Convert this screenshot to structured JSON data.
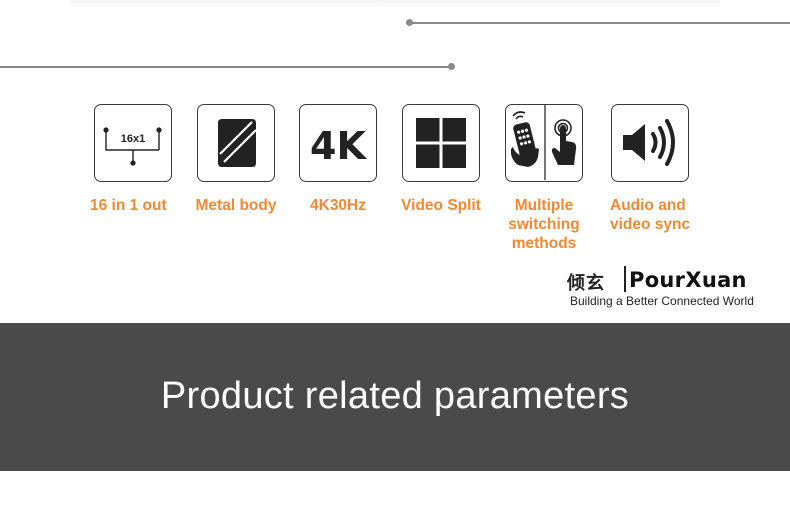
{
  "features": [
    {
      "id": "16in1",
      "label": "16 in 1 out",
      "icon": "switch-diagram-icon",
      "icon_text": "16x1"
    },
    {
      "id": "metal",
      "label": "Metal body",
      "icon": "metal-body-icon"
    },
    {
      "id": "4k",
      "label": "4K30Hz",
      "icon": "4k-icon",
      "icon_text": "4K"
    },
    {
      "id": "split",
      "label": "Video Split",
      "icon": "video-split-grid-icon"
    },
    {
      "id": "switching",
      "label_lines": [
        "Multiple",
        "switching",
        "methods"
      ],
      "icon": "remote-touch-icon"
    },
    {
      "id": "audio",
      "label_lines": [
        "Audio and",
        "video sync"
      ],
      "icon": "speaker-icon"
    }
  ],
  "brand": {
    "chinese_name": "倾玄",
    "english_name": "PourXuan",
    "tagline": "Building a Better Connected World"
  },
  "section": {
    "title": "Product related parameters"
  },
  "colors": {
    "label_orange": "#ee8a35",
    "band_gray": "#4a4a4a",
    "icon_dark": "#222222"
  }
}
